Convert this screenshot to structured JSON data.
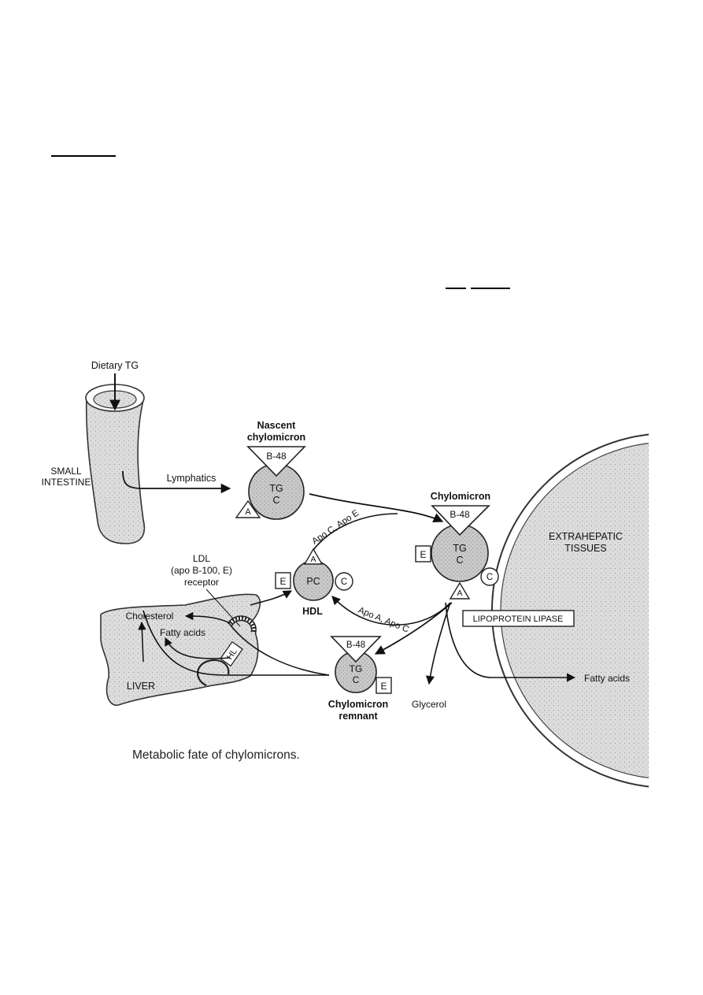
{
  "diagram": {
    "inputs": {
      "dietary_tg": "Dietary TG",
      "lymphatics": "Lymphatics"
    },
    "organs": {
      "small_intestine": [
        "SMALL",
        "INTESTINE"
      ],
      "liver": "LIVER",
      "extrahepatic": [
        "EXTRAHEPATIC",
        "TISSUES"
      ]
    },
    "nascent": {
      "title": [
        "Nascent",
        "chylomicron"
      ],
      "apo_b": "B-48",
      "core": [
        "TG",
        "C"
      ],
      "apo_a": "A"
    },
    "chylomicron": {
      "title": "Chylomicron",
      "apo_b": "B-48",
      "core": [
        "TG",
        "C"
      ],
      "apo_e": "E",
      "apo_c": "C",
      "apo_a": "A"
    },
    "hdl": {
      "title": "HDL",
      "core": "PC",
      "apo_a": "A",
      "apo_e": "E",
      "apo_c": "C"
    },
    "remnant": {
      "title": [
        "Chylomicron",
        "remnant"
      ],
      "apo_b": "B-48",
      "core": [
        "TG",
        "C"
      ],
      "apo_e": "E"
    },
    "receptor": [
      "LDL",
      "(apo B-100, E)",
      "receptor"
    ],
    "hl": "HL",
    "transfers": {
      "to_chylomicron": "Apo C, Apo E",
      "to_hdl": "Apo A, Apo C"
    },
    "enzyme": "LIPOPROTEIN LIPASE",
    "products": {
      "cholesterol": "Cholesterol",
      "fatty_acids_liver": "Fatty acids",
      "fatty_acids_tissue": "Fatty acids",
      "glycerol": "Glycerol"
    },
    "caption": "Metabolic fate of chylomicrons."
  }
}
